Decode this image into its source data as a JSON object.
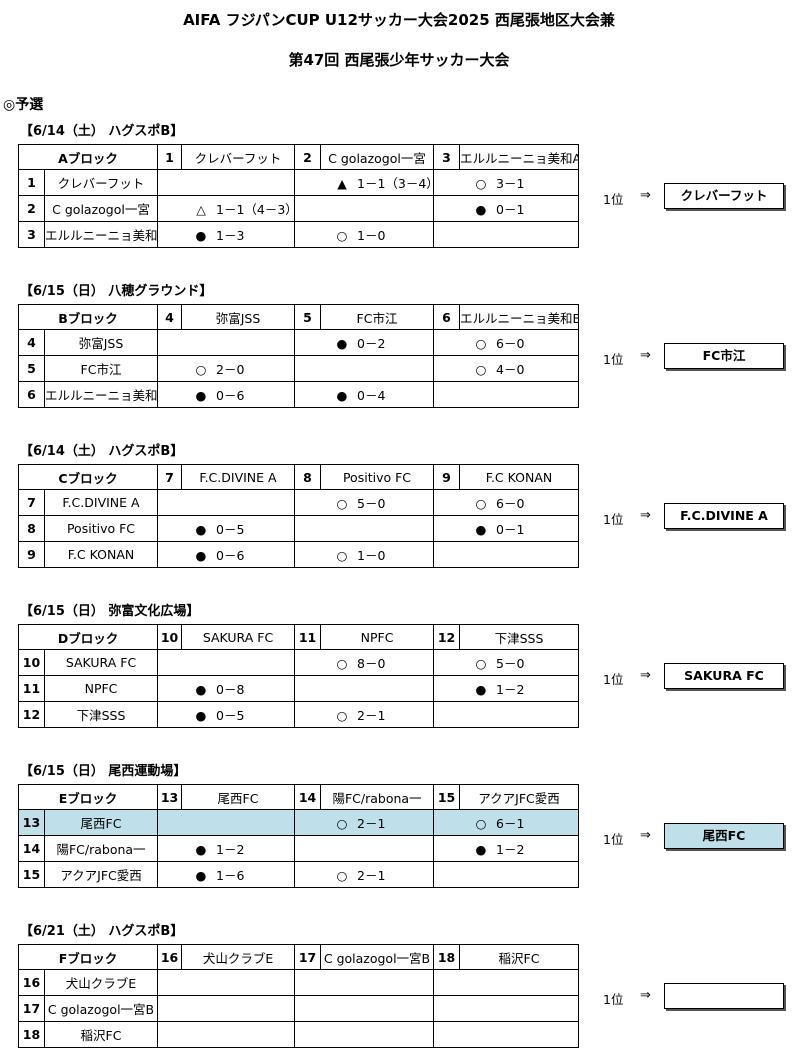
{
  "header": {
    "title1": "AIFA  フジパンCUP  U12サッカー大会2025  西尾張地区大会兼",
    "title2": "第47回  西尾張少年サッカー大会",
    "section": "◎予選"
  },
  "blocks": [
    {
      "date": "【6/14（土）  ハグスポB】",
      "name": "Aブロック",
      "teams": [
        {
          "no": "1",
          "name": "クレバーフット"
        },
        {
          "no": "2",
          "name": "C golazogol一宮"
        },
        {
          "no": "3",
          "name": "エルルニーニョ美和A"
        }
      ],
      "results": [
        [
          {
            "m": "",
            "s": ""
          },
          {
            "m": "▲",
            "s": "1－1（3－4）"
          },
          {
            "m": "○",
            "s": "3－1"
          }
        ],
        [
          {
            "m": "△",
            "s": "1－1（4－3）"
          },
          {
            "m": "",
            "s": ""
          },
          {
            "m": "●",
            "s": "0－1"
          }
        ],
        [
          {
            "m": "●",
            "s": "1－3"
          },
          {
            "m": "○",
            "s": "1－0"
          },
          {
            "m": "",
            "s": ""
          }
        ]
      ],
      "rank_label": "1位",
      "arrow": "⇒",
      "winner": "クレバーフット",
      "highlight_row": -1
    },
    {
      "date": "【6/15（日）  八穂グラウンド】",
      "name": "Bブロック",
      "teams": [
        {
          "no": "4",
          "name": "弥富JSS"
        },
        {
          "no": "5",
          "name": "FC市江"
        },
        {
          "no": "6",
          "name": "エルルニーニョ美和B"
        }
      ],
      "results": [
        [
          {
            "m": "",
            "s": ""
          },
          {
            "m": "●",
            "s": "0－2"
          },
          {
            "m": "○",
            "s": "6－0"
          }
        ],
        [
          {
            "m": "○",
            "s": "2－0"
          },
          {
            "m": "",
            "s": ""
          },
          {
            "m": "○",
            "s": "4－0"
          }
        ],
        [
          {
            "m": "●",
            "s": "0－6"
          },
          {
            "m": "●",
            "s": "0－4"
          },
          {
            "m": "",
            "s": ""
          }
        ]
      ],
      "rank_label": "1位",
      "arrow": "⇒",
      "winner": "FC市江",
      "highlight_row": -1
    },
    {
      "date": "【6/14（土）  ハグスポB】",
      "name": "Cブロック",
      "teams": [
        {
          "no": "7",
          "name": "F.C.DIVINE A"
        },
        {
          "no": "8",
          "name": "Positivo FC"
        },
        {
          "no": "9",
          "name": "F.C KONAN"
        }
      ],
      "results": [
        [
          {
            "m": "",
            "s": ""
          },
          {
            "m": "○",
            "s": "5－0"
          },
          {
            "m": "○",
            "s": "6－0"
          }
        ],
        [
          {
            "m": "●",
            "s": "0－5"
          },
          {
            "m": "",
            "s": ""
          },
          {
            "m": "●",
            "s": "0－1"
          }
        ],
        [
          {
            "m": "●",
            "s": "0－6"
          },
          {
            "m": "○",
            "s": "1－0"
          },
          {
            "m": "",
            "s": ""
          }
        ]
      ],
      "rank_label": "1位",
      "arrow": "⇒",
      "winner": "F.C.DIVINE A",
      "highlight_row": -1
    },
    {
      "date": "【6/15（日）  弥富文化広場】",
      "name": "Dブロック",
      "teams": [
        {
          "no": "10",
          "name": "SAKURA FC"
        },
        {
          "no": "11",
          "name": "NPFC"
        },
        {
          "no": "12",
          "name": "下津SSS"
        }
      ],
      "results": [
        [
          {
            "m": "",
            "s": ""
          },
          {
            "m": "○",
            "s": "8－0"
          },
          {
            "m": "○",
            "s": "5－0"
          }
        ],
        [
          {
            "m": "●",
            "s": "0－8"
          },
          {
            "m": "",
            "s": ""
          },
          {
            "m": "●",
            "s": "1－2"
          }
        ],
        [
          {
            "m": "●",
            "s": "0－5"
          },
          {
            "m": "○",
            "s": "2－1"
          },
          {
            "m": "",
            "s": ""
          }
        ]
      ],
      "rank_label": "1位",
      "arrow": "⇒",
      "winner": "SAKURA FC",
      "highlight_row": -1
    },
    {
      "date": "【6/15（日）  尾西運動場】",
      "name": "Eブロック",
      "teams": [
        {
          "no": "13",
          "name": "尾西FC"
        },
        {
          "no": "14",
          "name": "陽FC/rabona一"
        },
        {
          "no": "15",
          "name": "アクアJFC愛西"
        }
      ],
      "results": [
        [
          {
            "m": "",
            "s": ""
          },
          {
            "m": "○",
            "s": "2－1"
          },
          {
            "m": "○",
            "s": "6－1"
          }
        ],
        [
          {
            "m": "●",
            "s": "1－2"
          },
          {
            "m": "",
            "s": ""
          },
          {
            "m": "●",
            "s": "1－2"
          }
        ],
        [
          {
            "m": "●",
            "s": "1－6"
          },
          {
            "m": "○",
            "s": "2－1"
          },
          {
            "m": "",
            "s": ""
          }
        ]
      ],
      "rank_label": "1位",
      "arrow": "⇒",
      "winner": "尾西FC",
      "highlight_row": 0
    },
    {
      "date": "【6/21（土）  ハグスポB】",
      "name": "Fブロック",
      "teams": [
        {
          "no": "16",
          "name": "犬山クラブE"
        },
        {
          "no": "17",
          "name": "C golazogol一宮B"
        },
        {
          "no": "18",
          "name": "稲沢FC"
        }
      ],
      "results": [
        [
          {
            "m": "",
            "s": ""
          },
          {
            "m": "",
            "s": ""
          },
          {
            "m": "",
            "s": ""
          }
        ],
        [
          {
            "m": "",
            "s": ""
          },
          {
            "m": "",
            "s": ""
          },
          {
            "m": "",
            "s": ""
          }
        ],
        [
          {
            "m": "",
            "s": ""
          },
          {
            "m": "",
            "s": ""
          },
          {
            "m": "",
            "s": ""
          }
        ]
      ],
      "rank_label": "1位",
      "arrow": "⇒",
      "winner": "",
      "highlight_row": -1
    }
  ]
}
